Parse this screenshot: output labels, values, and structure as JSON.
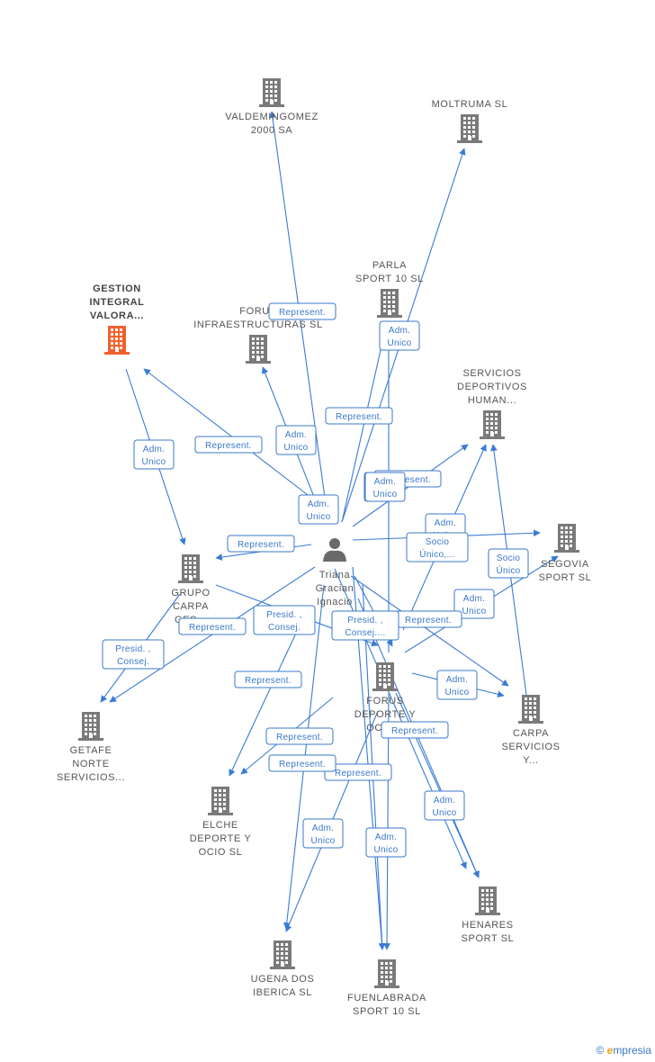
{
  "colors": {
    "edge": "#3a7bd5",
    "building": "#7a7a7a",
    "focus_building": "#f0622d",
    "label": "#555555",
    "box_border": "#3a78c9"
  },
  "person": {
    "icon": "person-icon",
    "lines": [
      "Triana",
      "Gracian",
      "Ignacio"
    ]
  },
  "companies": [
    {
      "id": "valdemingomez",
      "lines": [
        "VALDEMINGOMEZ",
        "2000 SA"
      ],
      "icon": "building-icon"
    },
    {
      "id": "moltruma",
      "lines": [
        "MOLTRUMA SL"
      ],
      "icon": "building-icon"
    },
    {
      "id": "parla",
      "lines": [
        "PARLA",
        "SPORT 10 SL"
      ],
      "icon": "building-icon"
    },
    {
      "id": "gestion",
      "lines": [
        "GESTION",
        "INTEGRAL",
        "VALORA..."
      ],
      "icon": "building-icon",
      "focus": true
    },
    {
      "id": "forus-infra",
      "lines": [
        "FORUS",
        "INFRAESTRUCTURAS SL"
      ],
      "icon": "building-icon"
    },
    {
      "id": "servicios",
      "lines": [
        "SERVICIOS",
        "DEPORTIVOS",
        "HUMAN..."
      ],
      "icon": "building-icon"
    },
    {
      "id": "segovia",
      "lines": [
        "SEGOVIA",
        "SPORT SL"
      ],
      "icon": "building-icon"
    },
    {
      "id": "grupo-carpa",
      "lines": [
        "GRUPO",
        "CARPA",
        "GES..."
      ],
      "icon": "building-icon"
    },
    {
      "id": "forus-deporte",
      "lines": [
        "FORUS",
        "DEPORTE Y",
        "OCIO..."
      ],
      "icon": "building-icon"
    },
    {
      "id": "carpa-servicios",
      "lines": [
        "CARPA",
        "SERVICIOS",
        "Y..."
      ],
      "icon": "building-icon"
    },
    {
      "id": "getafe",
      "lines": [
        "GETAFE",
        "NORTE",
        "SERVICIOS..."
      ],
      "icon": "building-icon"
    },
    {
      "id": "elche",
      "lines": [
        "ELCHE",
        "DEPORTE Y",
        "OCIO SL"
      ],
      "icon": "building-icon"
    },
    {
      "id": "henares",
      "lines": [
        "HENARES",
        "SPORT SL"
      ],
      "icon": "building-icon"
    },
    {
      "id": "ugena",
      "lines": [
        "UGENA DOS",
        "IBERICA SL"
      ],
      "icon": "building-icon"
    },
    {
      "id": "fuenlabrada",
      "lines": [
        "FUENLABRADA",
        "SPORT 10 SL"
      ],
      "icon": "building-icon"
    }
  ],
  "relations": [
    {
      "lines": [
        "Represent."
      ]
    },
    {
      "lines": [
        "Represent."
      ]
    },
    {
      "lines": [
        "Adm.",
        "Unico"
      ]
    },
    {
      "lines": [
        "Represent."
      ]
    },
    {
      "lines": [
        "Adm.",
        "Unico"
      ]
    },
    {
      "lines": [
        "Adm.",
        "Unico"
      ]
    },
    {
      "lines": [
        "Adm.",
        "Unico"
      ]
    },
    {
      "lines": [
        "Represent."
      ]
    },
    {
      "lines": [
        "Adm.",
        "Unico"
      ]
    },
    {
      "lines": [
        "Adm.",
        "Unico"
      ]
    },
    {
      "lines": [
        "Represent."
      ]
    },
    {
      "lines": [
        "Represent."
      ]
    },
    {
      "lines": [
        "Socio",
        "Único,..."
      ]
    },
    {
      "lines": [
        "Socio",
        "Único"
      ]
    },
    {
      "lines": [
        "Represent."
      ]
    },
    {
      "lines": [
        "Presid. ,",
        "Consej."
      ]
    },
    {
      "lines": [
        "Presid. ,",
        "Consej...."
      ]
    },
    {
      "lines": [
        "Represent."
      ]
    },
    {
      "lines": [
        "Adm.",
        "Unico"
      ]
    },
    {
      "lines": [
        "Presid. ,",
        "Consej."
      ]
    },
    {
      "lines": [
        "Adm.",
        "Unico"
      ]
    },
    {
      "lines": [
        "Represent."
      ]
    },
    {
      "lines": [
        "Represent."
      ]
    },
    {
      "lines": [
        "Adm.",
        "Unico"
      ]
    },
    {
      "lines": [
        "Represent."
      ]
    },
    {
      "lines": [
        "Represent."
      ]
    },
    {
      "lines": [
        "Adm.",
        "Unico"
      ]
    },
    {
      "lines": [
        "Adm.",
        "Unico"
      ]
    },
    {
      "lines": [
        "Adm.",
        "Unico"
      ]
    }
  ],
  "footer": {
    "copyright": "©",
    "brand_initial": "e",
    "brand_rest": "mpresia"
  }
}
